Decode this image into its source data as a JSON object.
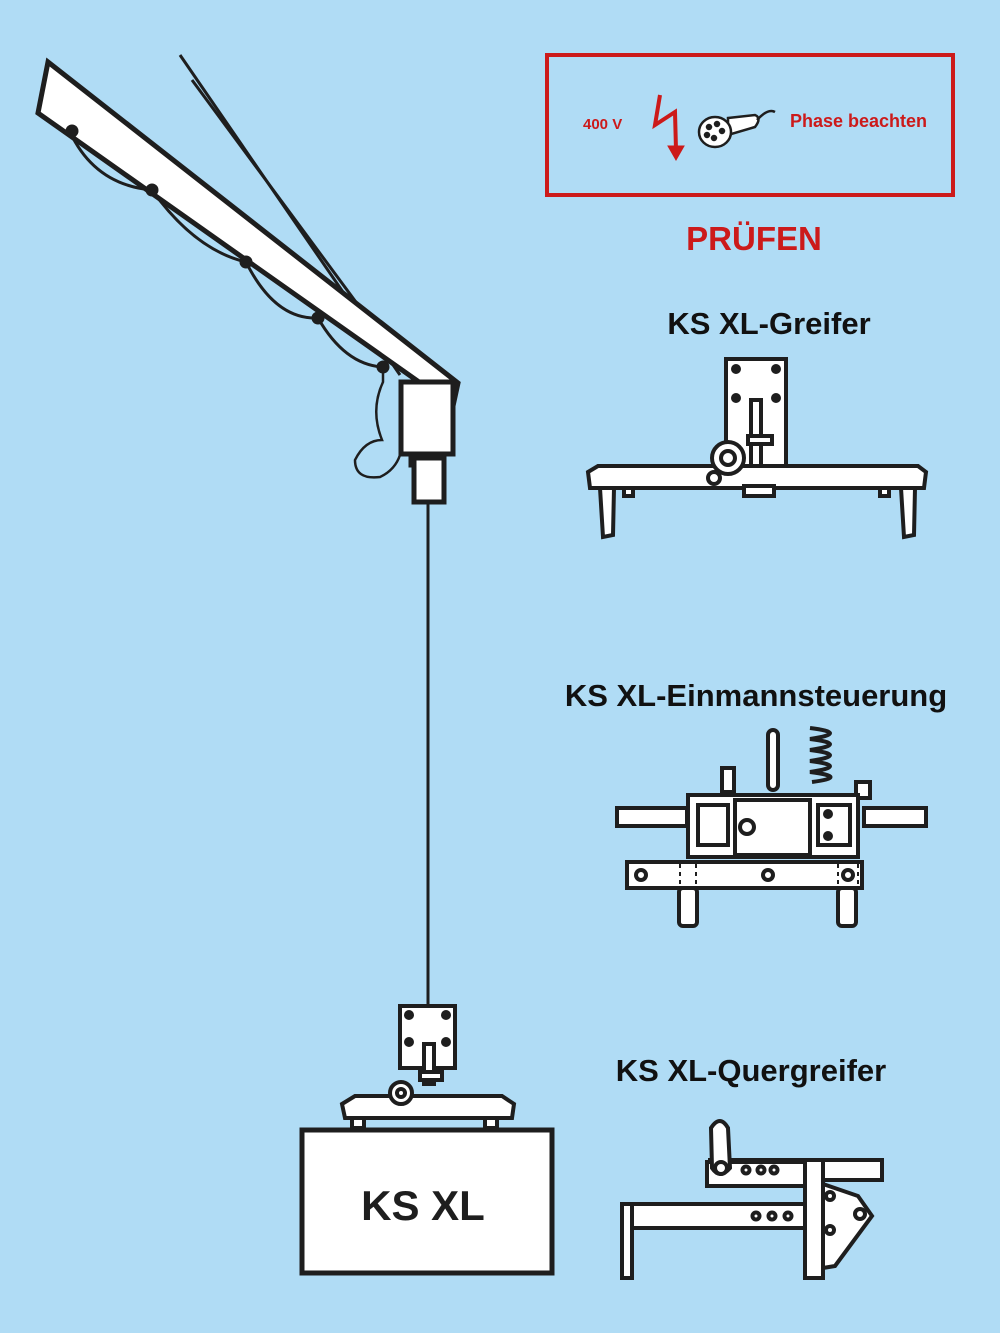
{
  "colors": {
    "background": "#b0dcf5",
    "warning_red": "#cc1a1a",
    "line_dark": "#1e1e1e",
    "part_fill": "#ffffff"
  },
  "warning_box": {
    "voltage": "400 V",
    "phase_note": "Phase beachten",
    "icons": [
      "lightning-bolt-icon",
      "plug-connector-icon"
    ]
  },
  "check_label": "PRÜFEN",
  "attachments": [
    {
      "title": "KS XL-Greifer"
    },
    {
      "title": "KS XL-Einmannsteuerung"
    },
    {
      "title": "KS XL-Quergreifer"
    }
  ],
  "load_box_label": "KS XL"
}
